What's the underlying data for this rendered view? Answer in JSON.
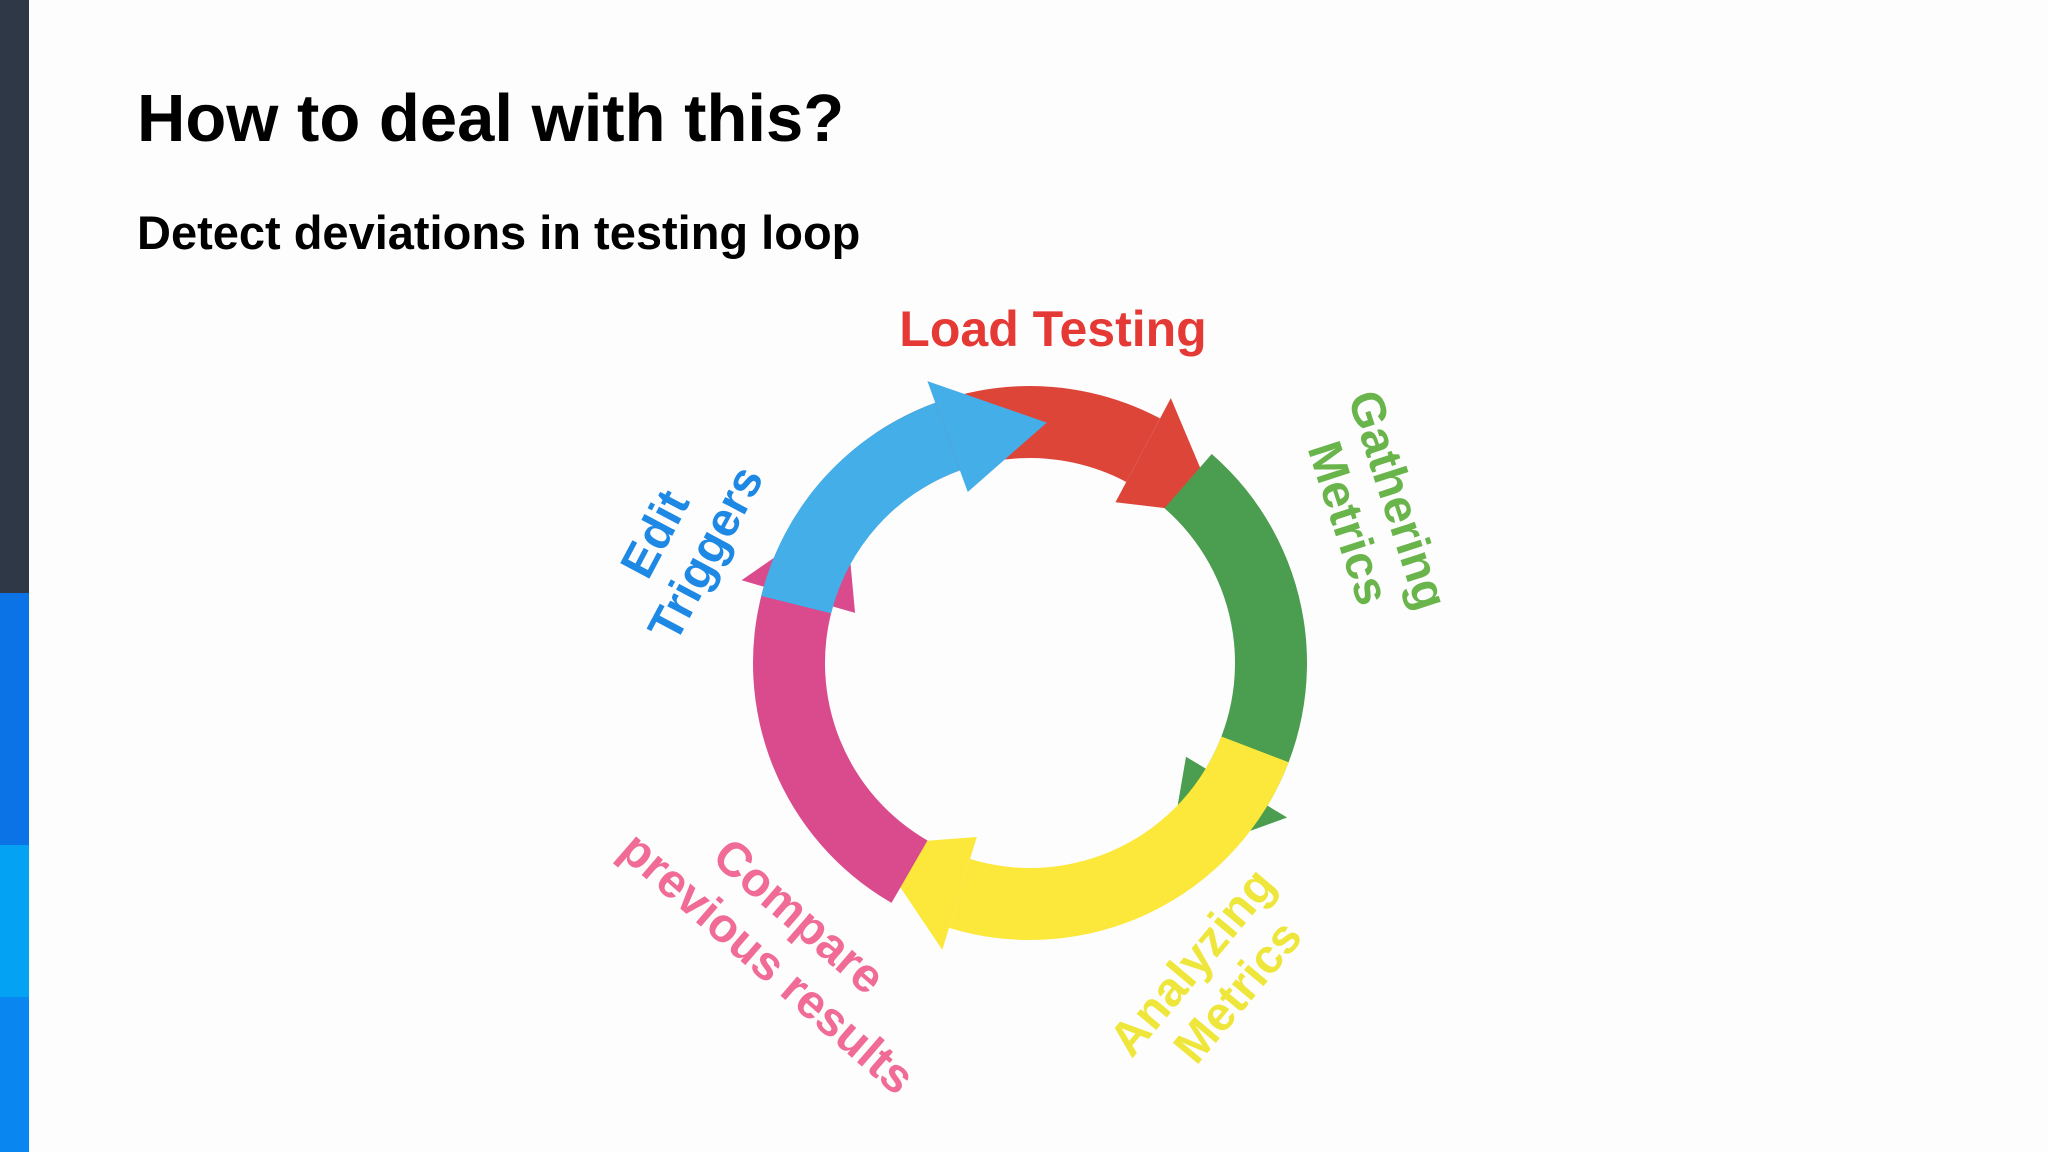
{
  "slide": {
    "title": "How to deal with this?",
    "subtitle": "Detect deviations in testing loop"
  },
  "cycle": {
    "steps": [
      {
        "lines": [
          "Load Testing"
        ],
        "color": "#e53935",
        "arrow_color": "#dd4539"
      },
      {
        "lines": [
          "Gathering",
          "Metrics"
        ],
        "color": "#6ab44c",
        "arrow_color": "#4b9d50"
      },
      {
        "lines": [
          "Analyzing",
          "Metrics"
        ],
        "color": "#eee63a",
        "arrow_color": "#fbe83b"
      },
      {
        "lines": [
          "Compare",
          "previous  results"
        ],
        "color": "#f06b95",
        "arrow_color": "#d94b8d"
      },
      {
        "lines": [
          "Edit",
          "Triggers"
        ],
        "color": "#1e88e5",
        "arrow_color": "#44aee8"
      }
    ]
  },
  "sidebar": {
    "colors": [
      "#2e3846",
      "#0c73e6",
      "#03a2f2",
      "#0a86f1"
    ]
  }
}
